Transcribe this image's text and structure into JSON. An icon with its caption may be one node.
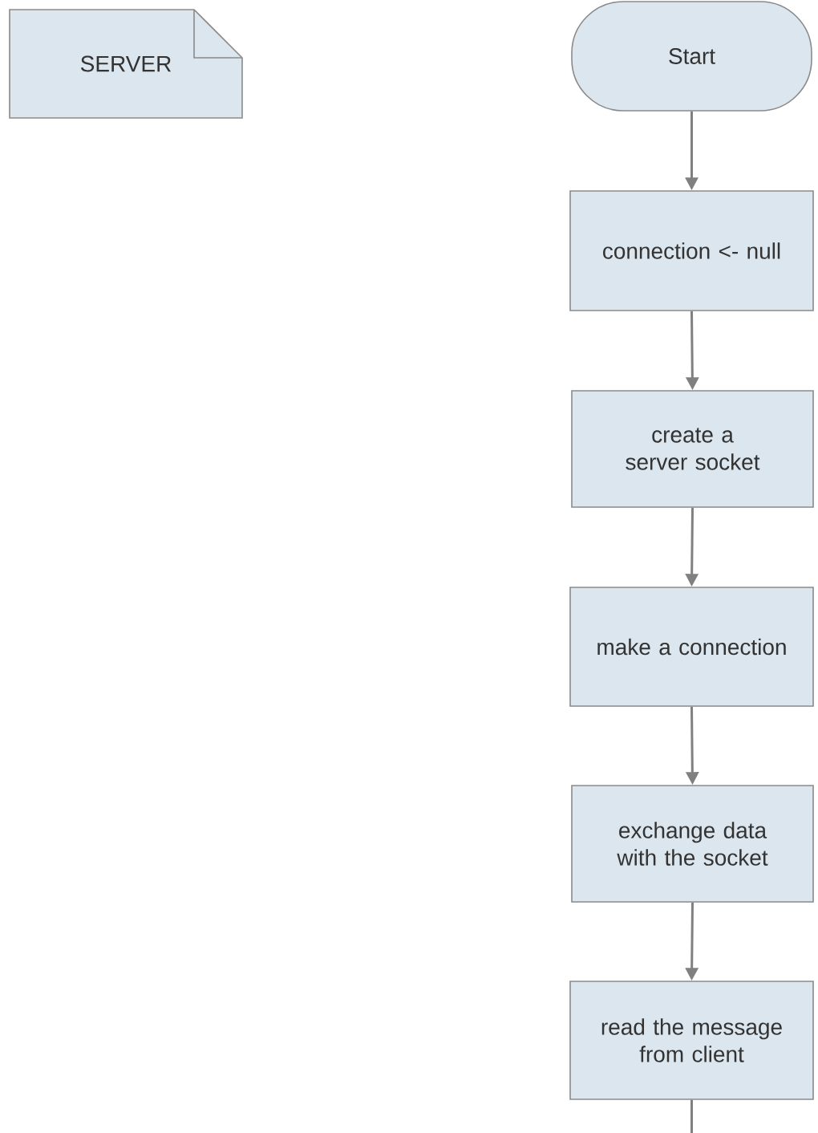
{
  "diagram": {
    "nodes": [
      {
        "text": [
          "SERVER"
        ]
      },
      {
        "text": [
          "Start"
        ]
      },
      {
        "text": [
          "connection <- null"
        ]
      },
      {
        "text": [
          "create a server socket"
        ]
      },
      {
        "text": [
          "make a connection"
        ]
      },
      {
        "text": [
          "exchange data with the socket"
        ]
      },
      {
        "text": [
          "read the message from client"
        ]
      }
    ],
    "edges": [
      {
        "from": 1,
        "to": 2,
        "arrow": "to"
      },
      {
        "from": 2,
        "to": 3,
        "arrow": "to"
      },
      {
        "from": 3,
        "to": 4,
        "arrow": "to"
      },
      {
        "from": 4,
        "to": 5,
        "arrow": "to"
      },
      {
        "from": 5,
        "to": 6,
        "arrow": "to"
      },
      {
        "from": 6,
        "to": null,
        "arrow": "none"
      }
    ]
  }
}
